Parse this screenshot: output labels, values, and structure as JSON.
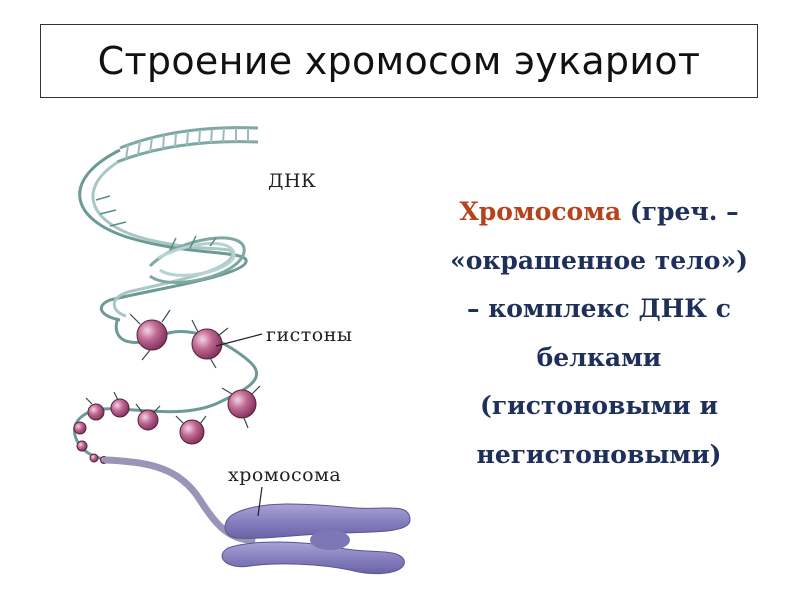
{
  "title": "Строение хромосом эукариот",
  "labels": {
    "dna": "ДНК",
    "histones": "гистоны",
    "chromosome": "хромосома"
  },
  "definition": {
    "term": "Хромосома",
    "lines": [
      " (греч. –",
      "«окрашенное тело»)",
      "– комплекс ДНК с",
      "белками",
      "(гистоновыми и",
      "негистоновыми)"
    ]
  },
  "colors": {
    "term": "#b5441d",
    "body_text": "#1e2f5a",
    "dna_strand": "#8fb5b0",
    "histone": "#b0557f",
    "chromosome": "#8d86c0"
  }
}
